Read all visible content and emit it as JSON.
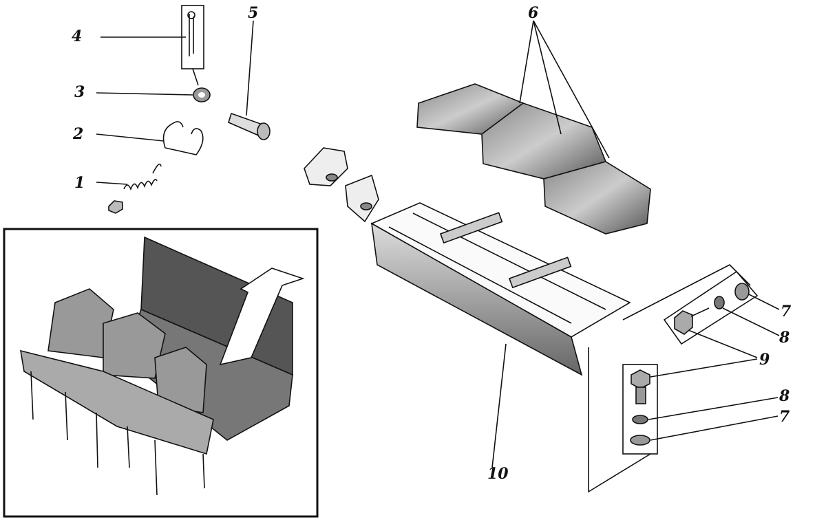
{
  "diagram": {
    "type": "exploded-parts-view",
    "callouts": [
      {
        "id": "c1",
        "text": "1"
      },
      {
        "id": "c2",
        "text": "2"
      },
      {
        "id": "c3",
        "text": "3"
      },
      {
        "id": "c4",
        "text": "4"
      },
      {
        "id": "c5",
        "text": "5"
      },
      {
        "id": "c6",
        "text": "6"
      },
      {
        "id": "c7a",
        "text": "7"
      },
      {
        "id": "c8a",
        "text": "8"
      },
      {
        "id": "c9",
        "text": "9"
      },
      {
        "id": "c8b",
        "text": "8"
      },
      {
        "id": "c7b",
        "text": "7"
      },
      {
        "id": "c10",
        "text": "10"
      }
    ]
  }
}
